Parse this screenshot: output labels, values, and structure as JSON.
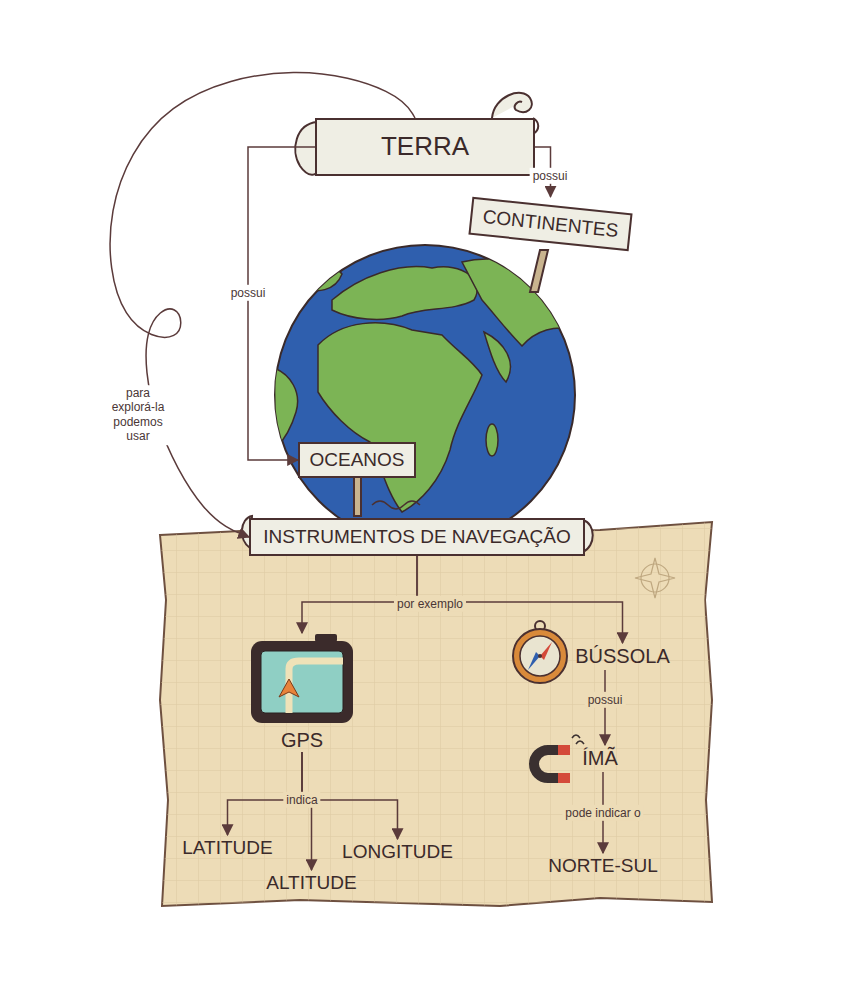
{
  "diagram": {
    "nodes": [
      {
        "text": [
          "TERRA"
        ]
      },
      {
        "text": [
          "CONTINENTES"
        ]
      },
      {
        "text": [
          "OCEANOS"
        ]
      },
      {
        "text": [
          "INSTRUMENTOS DE NAVEGAÇÃO"
        ]
      },
      {
        "text": [
          "GPS"
        ]
      },
      {
        "text": [
          "BÚSSOLA"
        ]
      },
      {
        "text": [
          "ÍMÃ"
        ]
      },
      {
        "text": [
          "LATITUDE"
        ]
      },
      {
        "text": [
          "ALTITUDE"
        ]
      },
      {
        "text": [
          "LONGITUDE"
        ]
      },
      {
        "text": [
          "NORTE-SUL"
        ]
      }
    ],
    "edges": [
      {
        "from": 0,
        "to": 1,
        "label": "possui",
        "arrow": "to"
      },
      {
        "from": 0,
        "to": 2,
        "label": "possui",
        "arrow": "to"
      },
      {
        "from": 0,
        "to": 3,
        "label": "para explorá-la podemos usar",
        "arrow": "to"
      },
      {
        "from": 3,
        "to": 4,
        "label": "por exemplo",
        "arrow": "to"
      },
      {
        "from": 3,
        "to": 5,
        "arrow": "to"
      },
      {
        "from": 4,
        "to": 7,
        "label": "indica",
        "arrow": "to"
      },
      {
        "from": 4,
        "to": 8,
        "arrow": "to"
      },
      {
        "from": 4,
        "to": 9,
        "arrow": "to"
      },
      {
        "from": 5,
        "to": 6,
        "label": "possui",
        "arrow": "to"
      },
      {
        "from": 6,
        "to": 10,
        "label": "pode indicar o",
        "arrow": "to"
      }
    ]
  }
}
